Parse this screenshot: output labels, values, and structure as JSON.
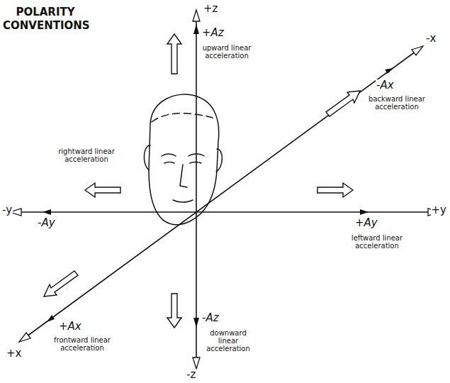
{
  "diagram": {
    "title": "POLARITY CONVENTIONS",
    "labels": [
      "+z",
      "+Az",
      "upward linear acceleration",
      "-x",
      "-Ax",
      "backward linear acceleration",
      "rightward linear acceleration",
      "-y",
      "-Ay",
      "+Ay",
      "leftward linear acceleration",
      "+y",
      "+x",
      "+Ax",
      "frontward linear acceleration",
      "-Az",
      "downward linear acceleration",
      "-z"
    ]
  }
}
